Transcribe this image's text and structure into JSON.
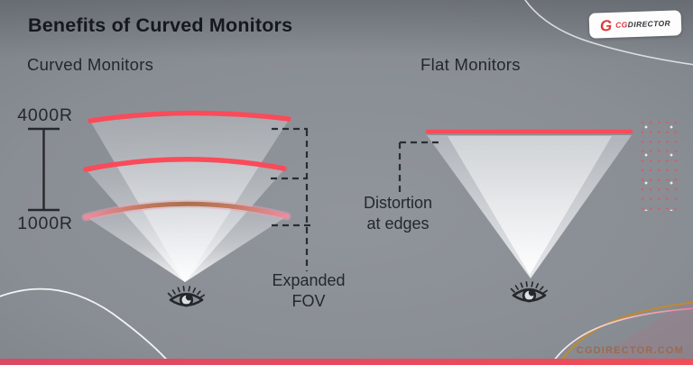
{
  "header": {
    "title": "Benefits of Curved Monitors"
  },
  "logo": {
    "mark": "G",
    "name_red": "CG",
    "name_dark": "DIRECTOR"
  },
  "left_panel": {
    "label": "Curved Monitors",
    "scale_top": "4000R",
    "scale_bottom": "1000R",
    "annotation": {
      "line1": "Expanded",
      "line2": "FOV"
    },
    "curvatures_shown": [
      "4000R",
      "1000R"
    ]
  },
  "right_panel": {
    "label": "Flat Monitors",
    "annotation": {
      "line1": "Distortion",
      "line2": "at edges"
    }
  },
  "footer": {
    "site": "CGDIRECTOR.COM"
  },
  "colors": {
    "monitor_red": "#f94b5a",
    "arc_muted_brown": "#a6734c",
    "arc_glow_pink": "#f0a0b6",
    "ink": "#24272c",
    "footer_bar": "#e84a5e",
    "logo_red": "#e0383d",
    "footer_text": "#9c6a4f",
    "background_mid": "#898e94"
  },
  "icons": {
    "left_viewer": "eye-icon",
    "right_viewer": "eye-icon"
  }
}
